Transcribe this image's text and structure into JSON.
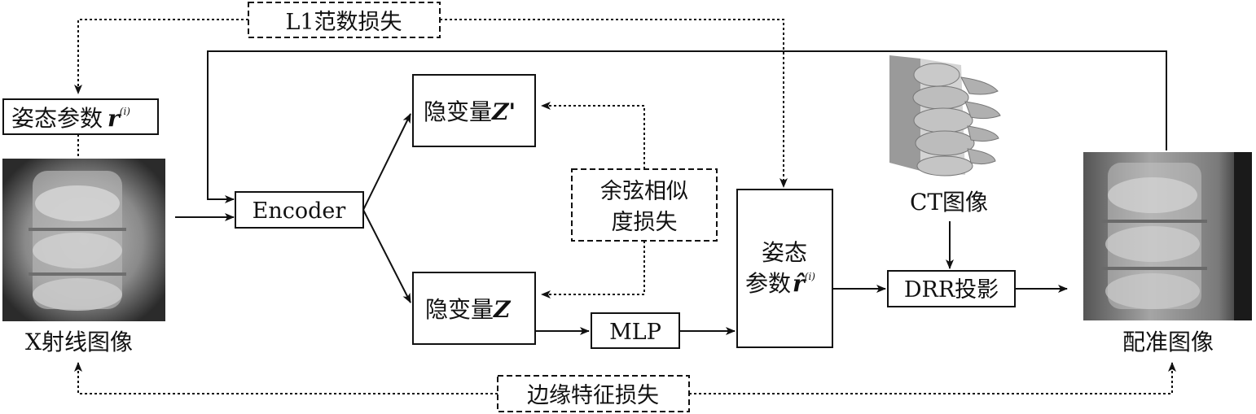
{
  "labels": {
    "l1_loss": "L1范数损失",
    "pose_param_input": "姿态参数",
    "pose_param_input_symbol": "r",
    "pose_param_input_superscript": "(i)",
    "xray_image": "X射线图像",
    "encoder": "Encoder",
    "latent_prime": "隐变量",
    "latent_prime_symbol": "Z'",
    "latent": "隐变量",
    "latent_symbol": "Z",
    "cosine_loss_line1": "余弦相似",
    "cosine_loss_line2": "度损失",
    "mlp": "MLP",
    "pose_param_output_line1": "姿态",
    "pose_param_output_line2": "参数",
    "pose_param_output_symbol": "r̂",
    "pose_param_output_superscript": "(i)",
    "ct_image": "CT图像",
    "drr_projection": "DRR投影",
    "registered_image": "配准图像",
    "edge_feature_loss": "边缘特征损失"
  },
  "colors": {
    "line": "#111111",
    "xray_bg": "#3a3a3a",
    "xray_bone": "#cfcfcf",
    "ct_bone": "#bdbdbd",
    "ct_shadow": "#8c8c8c"
  },
  "icons": {
    "xray": "xray-spine-image",
    "ct": "ct-3d-spine-render",
    "registered": "registered-drr-image"
  }
}
